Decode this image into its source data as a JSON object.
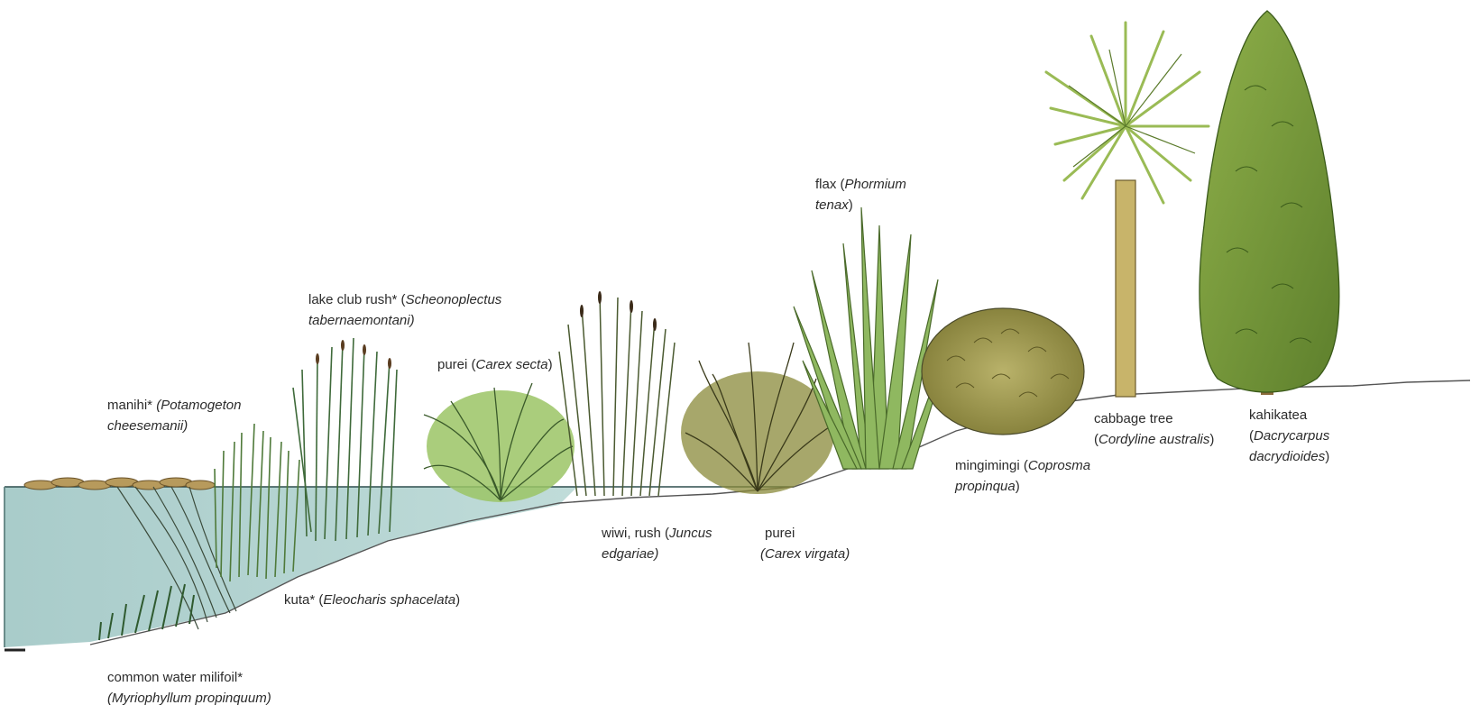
{
  "labels": {
    "manihi": {
      "common": "manihi* ",
      "latin": "(Potamogeton",
      "latin2": "cheesemanii)"
    },
    "lake_club_rush": {
      "common": "lake club rush* (",
      "latin": "Scheonoplectus",
      "latin2": "tabernaemontani)"
    },
    "purei_secta": {
      "common": "purei (",
      "latin": "Carex secta",
      "close": ")"
    },
    "flax": {
      "common": "flax (",
      "latin": "Phormium",
      "latin2": "tenax",
      "close": ")"
    },
    "kuta": {
      "common": "kuta* (",
      "latin": "Eleocharis sphacelata",
      "close": ")"
    },
    "wiwi": {
      "common": "wiwi, rush (",
      "latin": "Juncus",
      "latin2": "edgariae)"
    },
    "purei_virgata": {
      "common": "purei",
      "latin": "(Carex virgata)"
    },
    "mingimingi": {
      "common": "mingimingi (",
      "latin": "Coprosma",
      "latin2": "propinqua",
      "close": ")"
    },
    "cabbage_tree": {
      "common": "cabbage tree",
      "open": "(",
      "latin": "Cordyline australis",
      "close": ")"
    },
    "kahikatea": {
      "common": "kahikatea",
      "open": "(",
      "latin": "Dacrycarpus",
      "latin2": "dacrydioides",
      "close": ")"
    },
    "milfoil": {
      "common": "common water milifoil*",
      "latin": "(Myriophyllum propinquum)"
    }
  },
  "colors": {
    "water": "#a9ccc9",
    "water_edge": "#2f4f4f",
    "ground_line": "#555555",
    "leaf_green": "#7ea24a",
    "dark_green": "#3d5c2a",
    "olive": "#9a9a3c",
    "trunk": "#c8b46a"
  }
}
